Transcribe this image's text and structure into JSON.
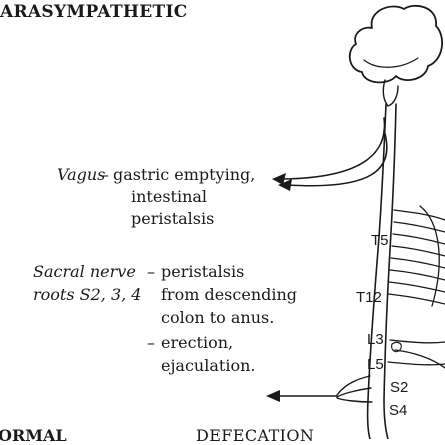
{
  "header": {
    "title": "ARASYMPATHETIC"
  },
  "vagus": {
    "nerve_label": "Vagus",
    "dash": "–",
    "effect_line1": "gastric emptying,",
    "effect_line2": "intestinal",
    "effect_line3": "peristalsis"
  },
  "sacral": {
    "nerve_label_line1": "Sacral nerve",
    "nerve_label_line2": "roots S2, 3, 4",
    "dash1": "–",
    "effect1_line1": "peristalsis",
    "effect1_line2": "from descending",
    "effect1_line3": "colon to anus.",
    "dash2": "–",
    "effect2_line1": "erection,",
    "effect2_line2": "ejaculation."
  },
  "spinal_levels": {
    "t5": "T5",
    "t12": "T12",
    "l3": "L3",
    "l5": "L5",
    "s2": "S2",
    "s4": "S4"
  },
  "footer": {
    "left_fragment": "ORMAL",
    "right_fragment": "DEFECATION"
  },
  "colors": {
    "ink": "#1a1a1a",
    "background": "#ffffff"
  }
}
